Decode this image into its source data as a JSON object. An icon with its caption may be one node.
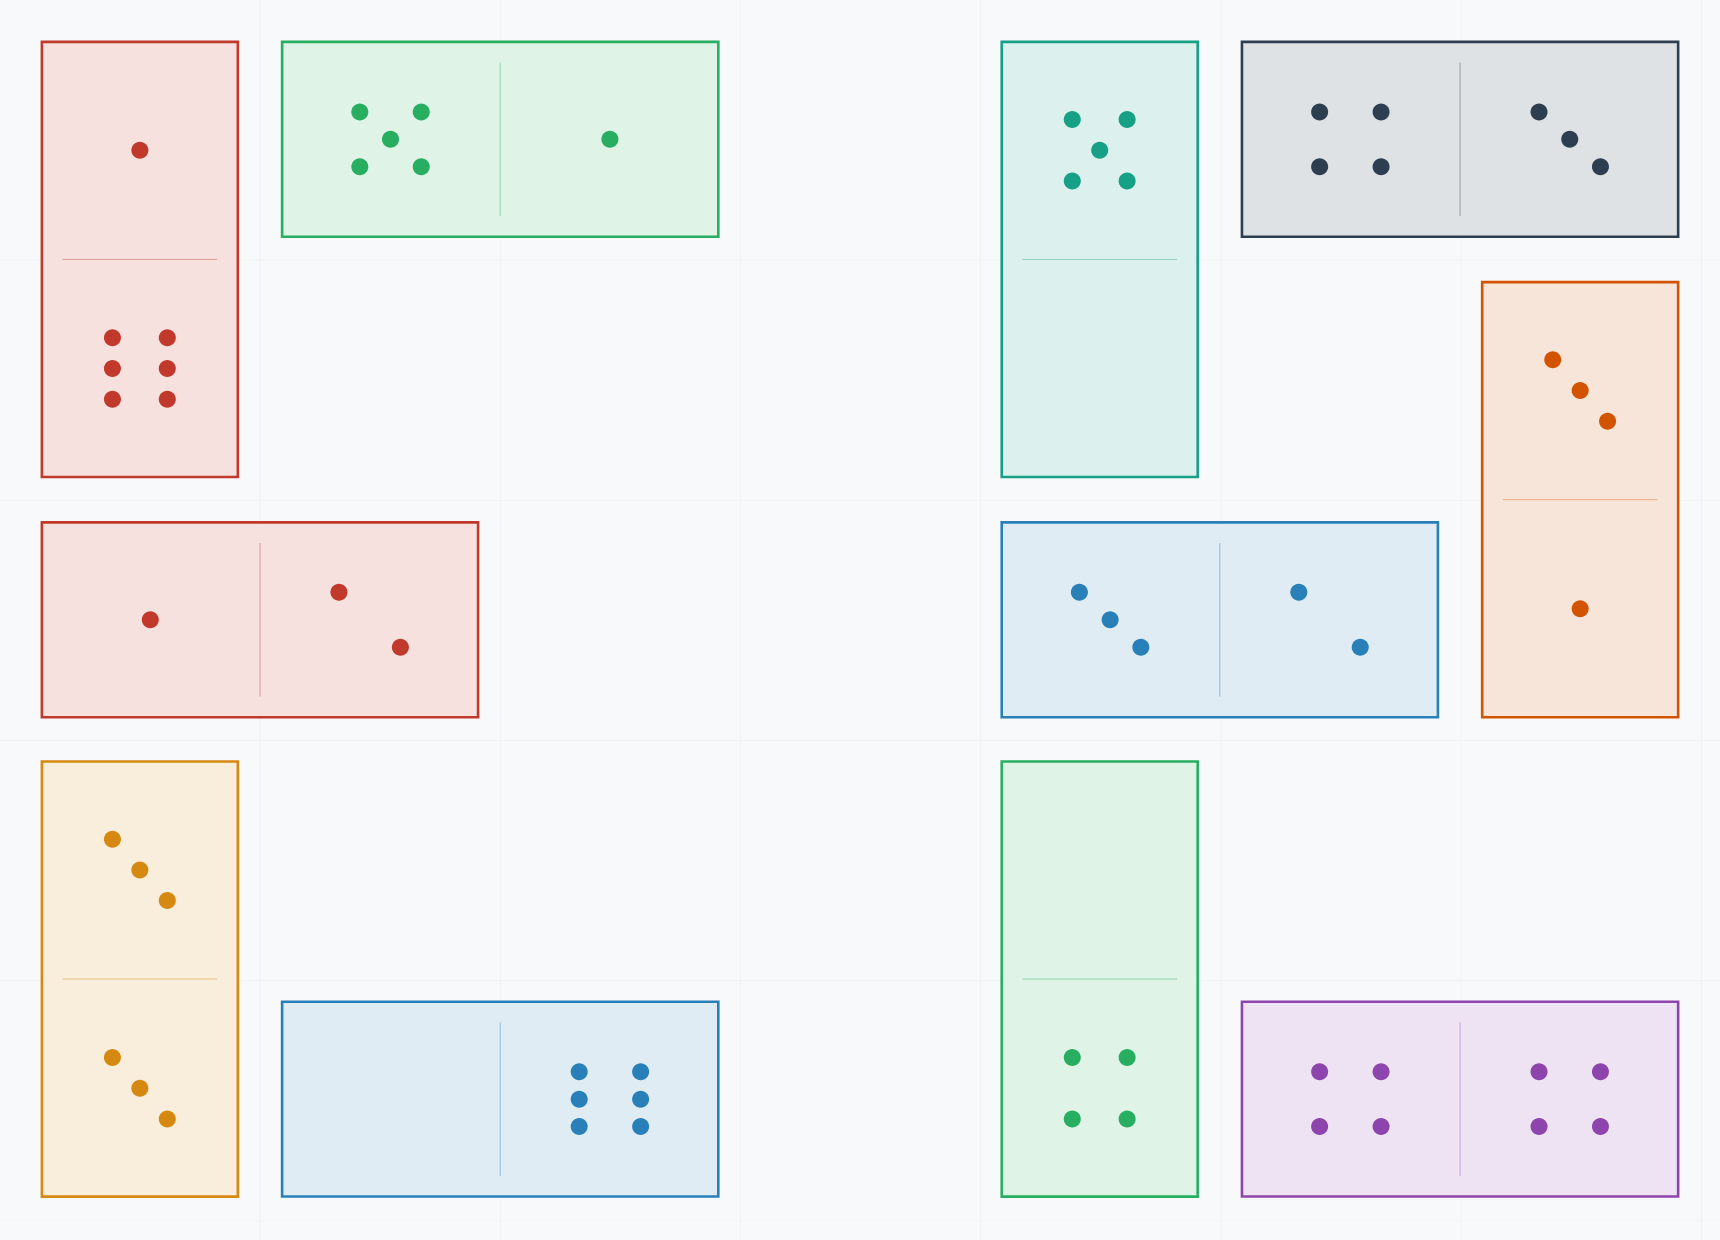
{
  "diagram": {
    "nodes": [
      {
        "text": [],
        "shape": "box"
      },
      {
        "text": [],
        "shape": "box"
      },
      {
        "text": [],
        "shape": "box"
      },
      {
        "text": [],
        "shape": "box"
      },
      {
        "text": [],
        "shape": "box"
      },
      {
        "text": [],
        "shape": "box"
      },
      {
        "text": [],
        "shape": "box"
      },
      {
        "text": [],
        "shape": "box"
      },
      {
        "text": [],
        "shape": "box"
      },
      {
        "text": [],
        "shape": "box"
      },
      {
        "text": [],
        "shape": "box"
      }
    ]
  }
}
